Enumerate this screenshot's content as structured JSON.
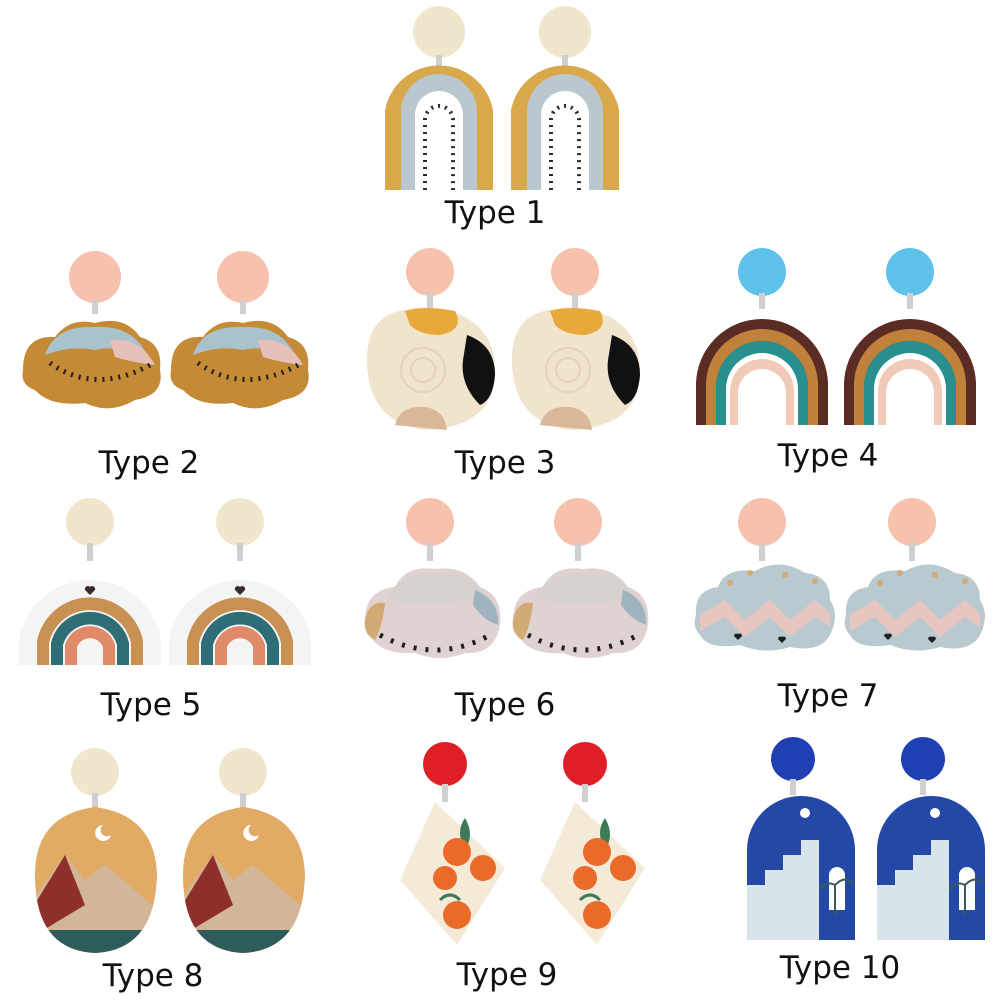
{
  "products": [
    {
      "label": "Type 1",
      "stud_color": "#f1e6cc",
      "colors": [
        "#d9a84a",
        "#b9c8cf",
        "#ffffff",
        "#2a2a2a"
      ]
    },
    {
      "label": "Type 2",
      "stud_color": "#f6c1ad",
      "colors": [
        "#c48a35",
        "#a9c3cc",
        "#e7c0bc",
        "#1f1f1f"
      ]
    },
    {
      "label": "Type 3",
      "stud_color": "#f6c1ad",
      "colors": [
        "#f1e4cd",
        "#e8a93a",
        "#111111",
        "#d9b89a"
      ]
    },
    {
      "label": "Type 4",
      "stud_color": "#5ec1ea",
      "colors": [
        "#5b2c24",
        "#c0823a",
        "#2a8f8f",
        "#f1c9b8"
      ]
    },
    {
      "label": "Type 5",
      "stud_color": "#f1e6cc",
      "colors": [
        "#f4f4f4",
        "#e08a6a",
        "#c89052",
        "#2f6e77"
      ]
    },
    {
      "label": "Type 6",
      "stud_color": "#f6c1ad",
      "colors": [
        "#d7d2cf",
        "#9fb4be",
        "#d2aa74",
        "#1f1f1f"
      ]
    },
    {
      "label": "Type 7",
      "stud_color": "#f6c1ad",
      "colors": [
        "#b9c9d0",
        "#e8c6c0",
        "#d2aa74",
        "#1f1f1f"
      ]
    },
    {
      "label": "Type 8",
      "stud_color": "#f1e6cc",
      "colors": [
        "#e1aa65",
        "#8e2f2b",
        "#d1b69a",
        "#2d5c5a"
      ]
    },
    {
      "label": "Type 9",
      "stud_color": "#e01e25",
      "colors": [
        "#f5ead8",
        "#ea6a2a",
        "#3d7a56",
        "#e1bda0"
      ]
    },
    {
      "label": "Type 10",
      "stud_color": "#1f3fb2",
      "colors": [
        "#2448a6",
        "#d7e5ea",
        "#ffffff",
        "#3b5a5a"
      ]
    }
  ]
}
